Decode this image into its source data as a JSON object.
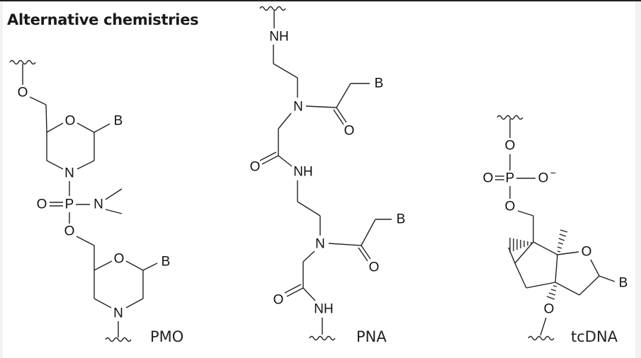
{
  "title": "Alternative chemistries",
  "atoms": {
    "B": "B",
    "O": "O",
    "N": "N",
    "P": "P",
    "NH": "NH",
    "O_minus": "O",
    "minus": "−"
  },
  "structures": [
    {
      "name": "PMO"
    },
    {
      "name": "PNA"
    },
    {
      "name": "tcDNA"
    }
  ]
}
